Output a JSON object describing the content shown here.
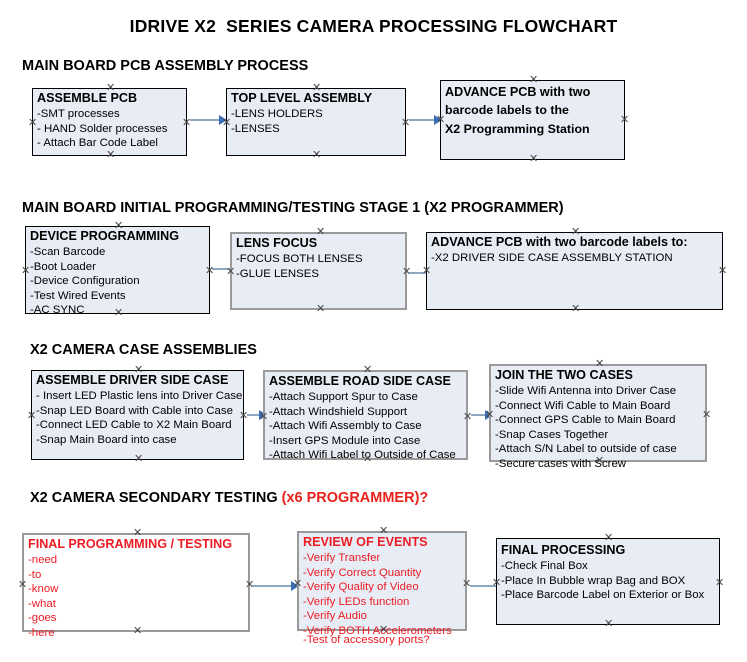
{
  "document": {
    "title": "IDRIVE X2  SERIES CAMERA PROCESSING FLOWCHART"
  },
  "sections": [
    {
      "id": "main-board-pcb-assembly",
      "title": "MAIN BOARD PCB ASSEMBLY PROCESS",
      "title_suffix": "",
      "nodes": [
        {
          "id": "assemble-pcb",
          "header": "ASSEMBLE PCB",
          "items": [
            "-SMT processes",
            "- HAND Solder processes",
            "- Attach Bar Code Label"
          ]
        },
        {
          "id": "top-level-assembly",
          "header": "TOP LEVEL ASSEMBLY",
          "items": [
            "-LENS HOLDERS",
            "-LENSES"
          ]
        },
        {
          "id": "advance-pcb-to-programming-station",
          "header": "ADVANCE PCB with two",
          "items": [
            "barcode labels to the",
            " X2 Programming Station"
          ]
        }
      ]
    },
    {
      "id": "main-board-initial-programming",
      "title": "MAIN BOARD INITIAL PROGRAMMING/TESTING STAGE 1 (X2 PROGRAMMER)",
      "title_suffix": "",
      "nodes": [
        {
          "id": "device-programming",
          "header": "DEVICE PROGRAMMING",
          "items": [
            "-Scan Barcode",
            "-Boot Loader",
            "-Device Configuration",
            "-Test Wired Events",
            "-AC SYNC"
          ]
        },
        {
          "id": "lens-focus",
          "header": "LENS FOCUS",
          "items": [
            "-FOCUS BOTH LENSES",
            "-GLUE LENSES"
          ]
        },
        {
          "id": "advance-pcb-to-driver-side-case",
          "header": "ADVANCE PCB with two barcode labels to:",
          "items": [
            "-X2 DRIVER  SIDE  CASE  ASSEMBLY STATION"
          ]
        }
      ]
    },
    {
      "id": "x2-camera-case-assemblies",
      "title": "X2 CAMERA CASE ASSEMBLIES",
      "title_suffix": "",
      "nodes": [
        {
          "id": "assemble-driver-side-case",
          "header": "ASSEMBLE DRIVER SIDE CASE",
          "items": [
            "- Insert LED Plastic lens into Driver Case",
            "-Snap LED Board with Cable into Case",
            "-Connect LED Cable to X2 Main Board",
            "-Snap Main Board into case"
          ]
        },
        {
          "id": "assemble-road-side-case",
          "header": "ASSEMBLE ROAD SIDE CASE",
          "items": [
            "-Attach Support Spur to Case",
            "-Attach Windshield Support",
            "-Attach Wifi Assembly to Case",
            "-Insert GPS Module into Case",
            "-Attach Wifi Label to Outside of Case"
          ]
        },
        {
          "id": "join-the-two-cases",
          "header": "JOIN THE TWO CASES",
          "items": [
            "-Slide Wifi Antenna into Driver Case",
            "-Connect Wifi Cable to Main Board",
            "-Connect GPS Cable to Main Board",
            "-Snap Cases Together",
            "-Attach S/N Label to outside of case",
            "-Secure cases with Screw"
          ]
        }
      ]
    },
    {
      "id": "x2-camera-secondary-testing",
      "title": "X2 CAMERA SECONDARY TESTING ",
      "title_suffix": "(x6 PROGRAMMER)?",
      "nodes": [
        {
          "id": "final-programming-testing",
          "header": "FINAL PROGRAMMING / TESTING",
          "items": [
            "-need",
            "-to",
            "-know",
            "-what",
            "-goes",
            "-here"
          ]
        },
        {
          "id": "review-of-events",
          "header": "REVIEW OF EVENTS",
          "items": [
            "-Verify Transfer",
            "-Verify Correct Quantity",
            "-Verify Quality of Video",
            "-Verify LEDs function",
            "-Verify Audio",
            "-Verify BOTH Accelerometers"
          ],
          "overflow_item": "-Test of accessory ports?"
        },
        {
          "id": "final-processing",
          "header": "FINAL PROCESSING",
          "items": [
            " -Check Final Box",
            "-Place In Bubble wrap Bag and BOX",
            "-Place Barcode Label on Exterior or Box"
          ]
        }
      ]
    }
  ],
  "colors": {
    "box_fill": "#e8edf5",
    "box_border": "#000000",
    "box_border_gray": "#9a9a9a",
    "accent_red": "#ec1c24",
    "connector_line": "#8ca7c4",
    "arrow_head": "#3b6fb5",
    "text": "#000000",
    "background": "#ffffff"
  }
}
